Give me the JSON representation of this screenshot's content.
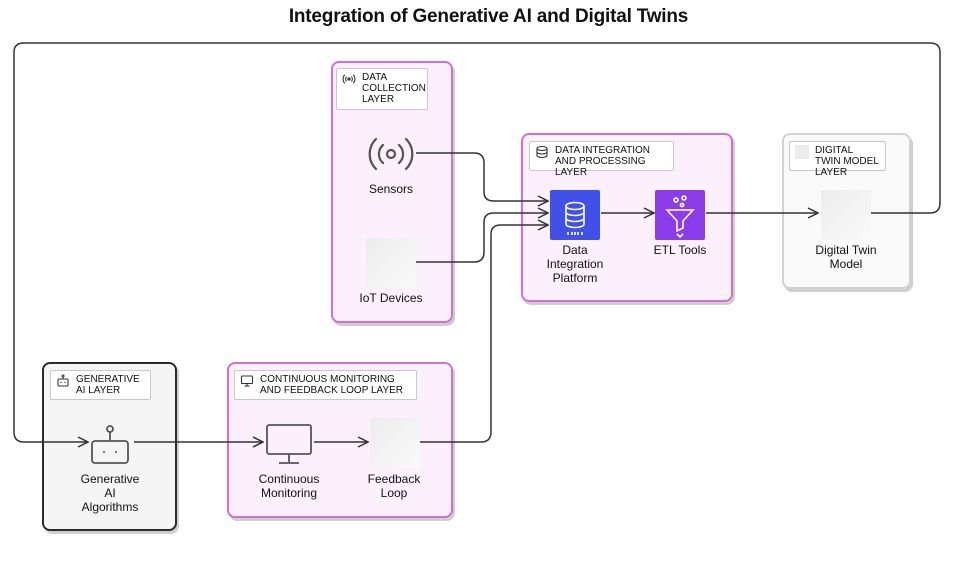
{
  "title": "Integration of Generative AI and Digital Twins",
  "groups": {
    "data_collection": "DATA COLLECTION LAYER",
    "data_integration": "DATA INTEGRATION AND PROCESSING LAYER",
    "digital_twin": "DIGITAL TWIN MODEL LAYER",
    "generative_ai": "GENERATIVE AI LAYER",
    "monitoring": "CONTINUOUS MONITORING AND FEEDBACK LOOP LAYER"
  },
  "nodes": {
    "sensors": "Sensors",
    "iot": "IoT Devices",
    "data_platform": [
      "Data",
      "Integration",
      "Platform"
    ],
    "etl": "ETL Tools",
    "digital_twin": [
      "Digital Twin",
      "Model"
    ],
    "gen_ai": [
      "Generative",
      "AI",
      "Algorithms"
    ],
    "monitoring": [
      "Continuous",
      "Monitoring"
    ],
    "feedback": [
      "Feedback",
      "Loop"
    ]
  },
  "colors": {
    "pink_border": "#d16fd6",
    "pink_fill": "#fbf0fb",
    "aws_blue": "#4150e8",
    "aws_purple": "#8c3be8",
    "edge": "#333333"
  },
  "icons": {
    "data_collection": "broadcast-icon",
    "data_integration": "database-icon",
    "digital_twin": "blank-icon",
    "generative_ai": "robot-icon",
    "monitoring": "monitor-icon"
  }
}
